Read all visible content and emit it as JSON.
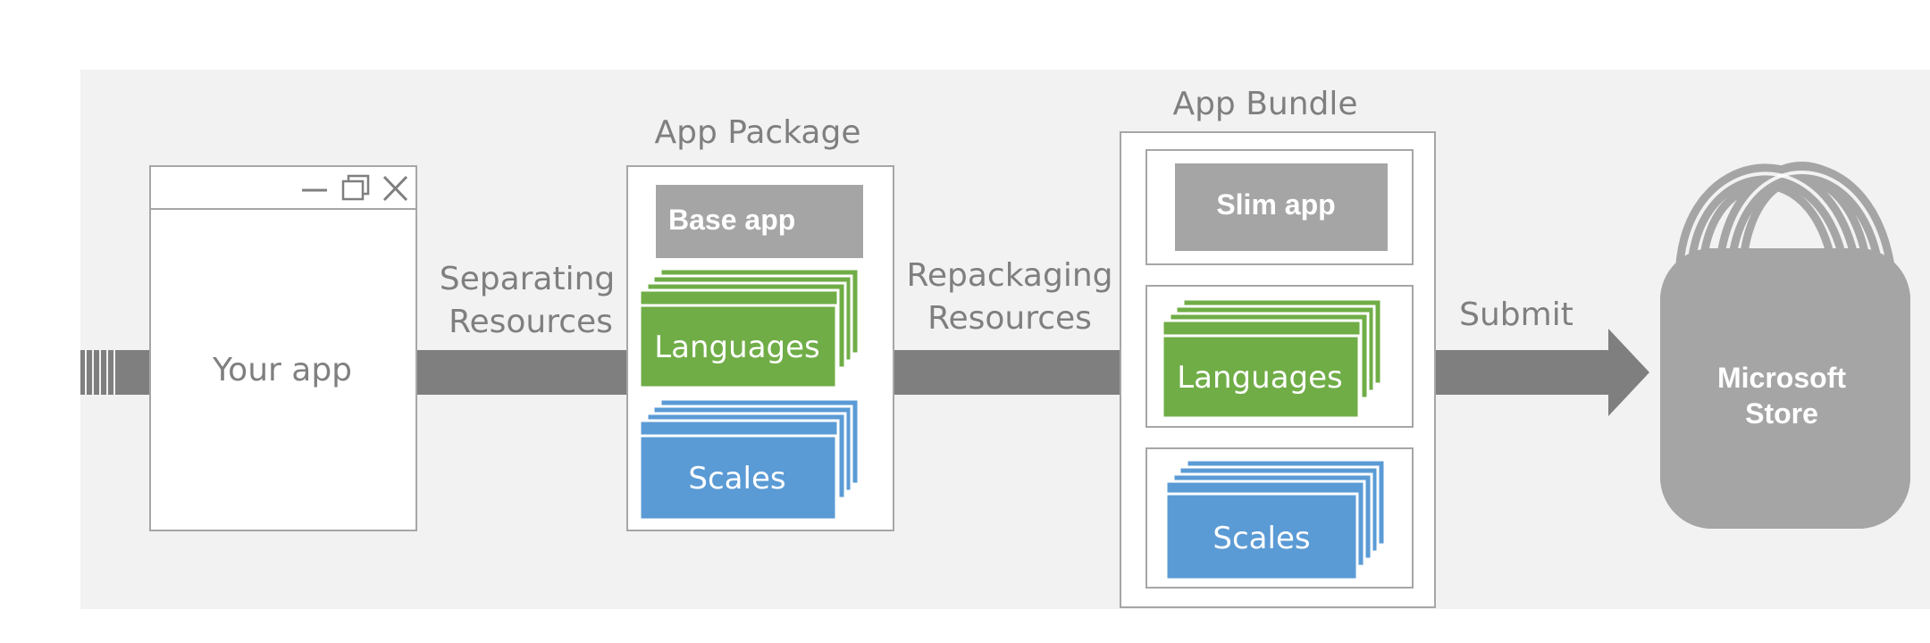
{
  "your_app": {
    "label": "Your app"
  },
  "arrows": {
    "separating": [
      "Separating",
      "Resources"
    ],
    "repackaging": [
      "Repackaging",
      "Resources"
    ],
    "submit": "Submit"
  },
  "app_package": {
    "title": "App Package",
    "base": "Base app",
    "languages": "Languages",
    "scales": "Scales"
  },
  "app_bundle": {
    "title": "App Bundle",
    "slim": "Slim app",
    "languages": "Languages",
    "scales": "Scales"
  },
  "store": {
    "line1": "Microsoft",
    "line2": "Store"
  },
  "colors": {
    "background_band": "#f2f2f2",
    "flow_arrow": "#7f7f7f",
    "green": "#70ad47",
    "blue": "#5b9bd5",
    "gray_box": "#a5a5a5",
    "store_bag": "#a5a5a5",
    "border": "#a6a6a6"
  }
}
